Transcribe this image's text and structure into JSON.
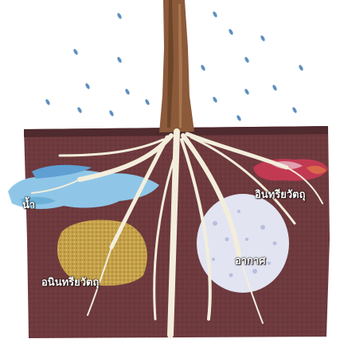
{
  "labels": {
    "water": "น้ำ",
    "organic": "อินทรียวัตถุ",
    "air": "อากาศ",
    "inorganic": "อนินทรียวัตถุ"
  },
  "colors": {
    "background": "#ffffff",
    "soil": "#6e3a3e",
    "soil_dark": "#4f2a2e",
    "trunk": "#8a5a3a",
    "roots": "#f3eedc",
    "water": "#8fc6e8",
    "air": "#e2e4f2",
    "inorganic": "#c9a04a",
    "organic": "#c23a52",
    "rain": "#5d8fc0"
  }
}
